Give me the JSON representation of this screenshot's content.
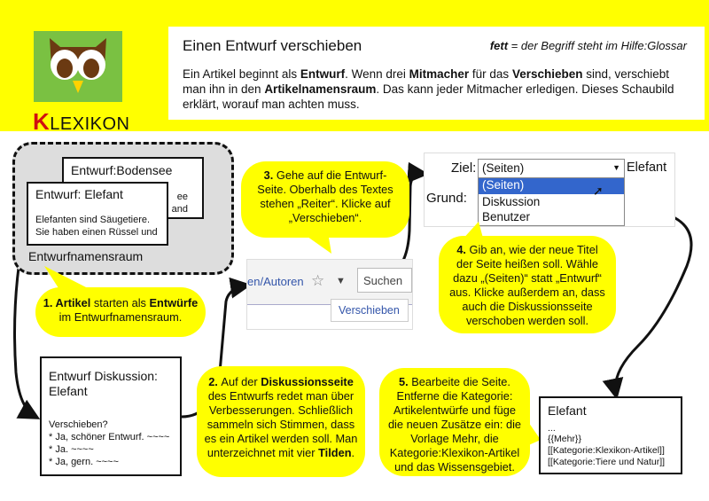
{
  "header": {
    "title": "Einen Entwurf verschieben",
    "glossary_bold": "fett",
    "glossary_rest": " = der Begriff steht im Hilfe:Glossar",
    "intro_parts": [
      {
        "t": "Ein Artikel beginnt als ",
        "b": false
      },
      {
        "t": "Entwurf",
        "b": true
      },
      {
        "t": ". Wenn drei ",
        "b": false
      },
      {
        "t": "Mitmacher",
        "b": true
      },
      {
        "t": " für das ",
        "b": false
      },
      {
        "t": "Verschieben",
        "b": true
      },
      {
        "t": " sind, verschiebt man ihn in den ",
        "b": false
      },
      {
        "t": "Artikelnamensraum",
        "b": true
      },
      {
        "t": ". Das kann jeder Mitmacher erledigen. Dieses Schaubild erklärt, worauf man achten muss.",
        "b": false
      }
    ]
  },
  "logo": {
    "k": "K",
    "rest": "LEXIKON",
    "colors": {
      "bg": "#7ac142",
      "owl": "#6b3a12",
      "eye": "#ffffff",
      "beak": "#ffd200"
    }
  },
  "namespace": {
    "label": "Entwurfnamensraum",
    "card_back_title": "Entwurf:Bodensee",
    "card_back_frag1": "ee",
    "card_back_frag2": "and",
    "card_front_title": "Entwurf: Elefant",
    "card_front_line1": "Elefanten sind Säugetiere.",
    "card_front_line2": "Sie haben einen Rüssel und"
  },
  "step1": {
    "n": "1. ",
    "b1": "Artikel",
    "t1": " starten als ",
    "b2": "Entwürfe",
    "t2": " im Entwurfnamensraum."
  },
  "discussion": {
    "title": "Entwurf Diskussion: Elefant",
    "lines": [
      "Verschieben?",
      "* Ja, schöner Entwurf. ~~~~",
      "* Ja. ~~~~",
      "* Ja, gern. ~~~~"
    ]
  },
  "step2": {
    "n": "2. ",
    "t1": "Auf der ",
    "b1": "Diskussionsseite",
    "t2": " des Entwurfs redet man über Verbesserungen. Schließlich sammeln sich Stimmen, dass es ein Artikel werden soll. Man unterzeichnet mit vier ",
    "b2": "Tilden",
    "t3": "."
  },
  "step3": {
    "n": "3. ",
    "t": "Gehe auf die Entwurf-Seite. Oberhalb des Textes stehen „Reiter“. Klicke auf „Verschieben“."
  },
  "tabs_shot": {
    "tab": "en/Autoren",
    "search": "Suchen",
    "menu_item": "Verschieben"
  },
  "form_shot": {
    "ziel_label": "Ziel:",
    "grund_label": "Grund:",
    "selected": "(Seiten)",
    "target_value": "Elefant",
    "options": [
      "(Seiten)",
      "Diskussion",
      "Benutzer"
    ]
  },
  "step4": {
    "n": "4. ",
    "t": "Gib an, wie der neue Titel der Seite heißen soll. Wähle dazu „(Seiten)“ statt „Entwurf“ aus. Klicke außerdem an, dass auch die Diskussionsseite verschoben werden soll."
  },
  "step5": {
    "n": "5. ",
    "t": "Bearbeite die Seite. Entferne die Kategorie: Artikelentwürfe und füge die neuen Zusätze ein: die Vorlage Mehr, die Kategorie:Klexikon-Artikel und das Wissensgebiet."
  },
  "final": {
    "title": "Elefant",
    "lines": [
      "...",
      "{{Mehr}}",
      "[[Kategorie:Klexikon-Artikel]]",
      "[[Kategorie:Tiere und Natur]]"
    ]
  },
  "colors": {
    "yellow": "#ffff00",
    "selected_blue": "#3366cc",
    "link_blue": "#3355aa"
  }
}
